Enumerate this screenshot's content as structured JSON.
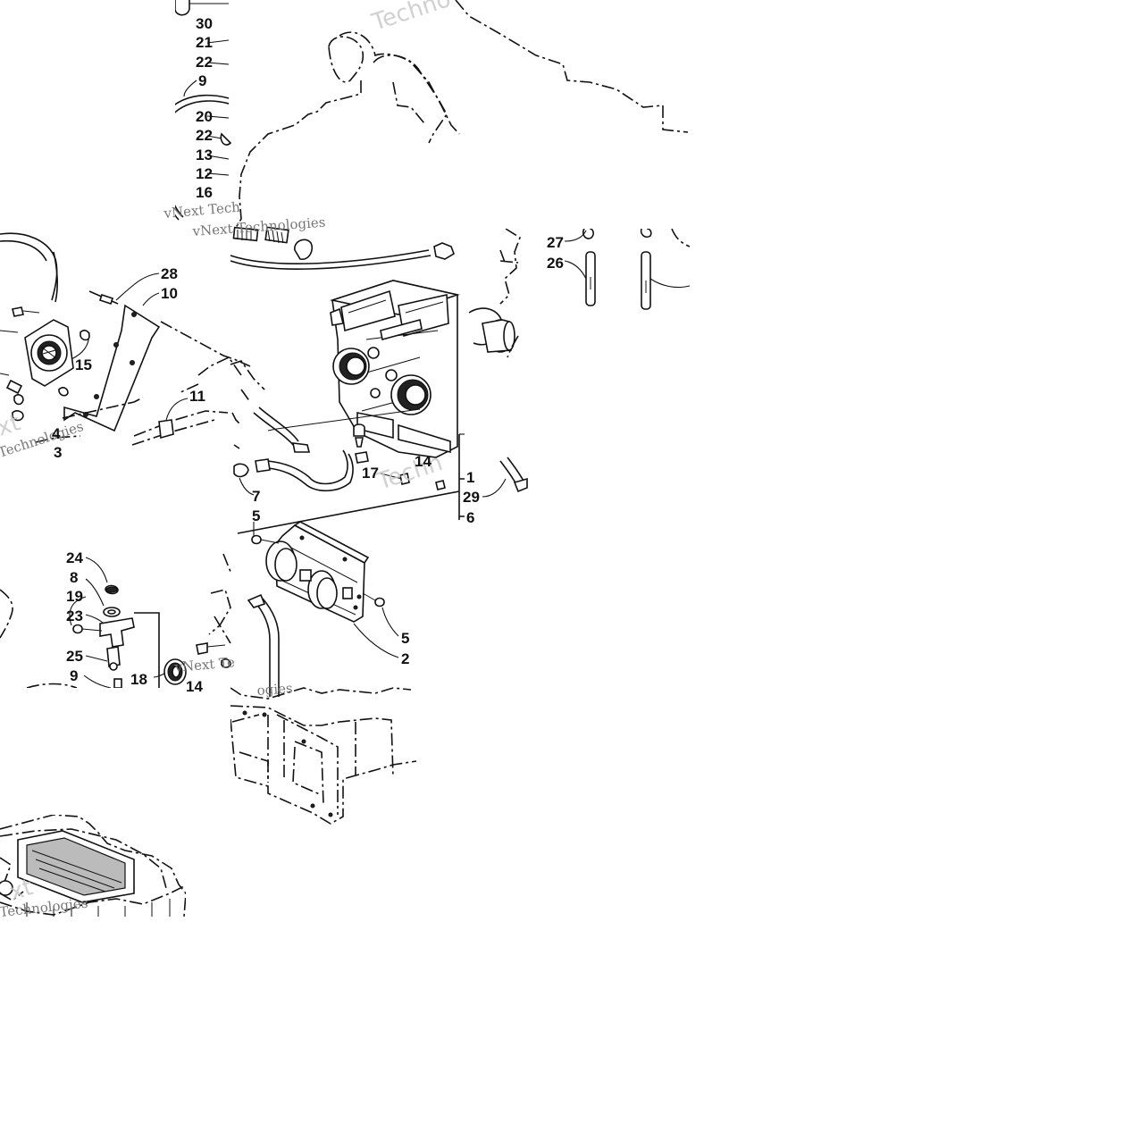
{
  "callouts": [
    {
      "id": "c30",
      "label": "30"
    },
    {
      "id": "c21",
      "label": "21"
    },
    {
      "id": "c22a",
      "label": "22"
    },
    {
      "id": "c9a",
      "label": "9"
    },
    {
      "id": "c20",
      "label": "20"
    },
    {
      "id": "c22b",
      "label": "22"
    },
    {
      "id": "c13",
      "label": "13"
    },
    {
      "id": "c12",
      "label": "12"
    },
    {
      "id": "c16",
      "label": "16"
    },
    {
      "id": "c28",
      "label": "28"
    },
    {
      "id": "c10",
      "label": "10"
    },
    {
      "id": "c15",
      "label": "15"
    },
    {
      "id": "c11",
      "label": "11"
    },
    {
      "id": "c4",
      "label": "4"
    },
    {
      "id": "c3",
      "label": "3"
    },
    {
      "id": "c27",
      "label": "27"
    },
    {
      "id": "c26",
      "label": "26"
    },
    {
      "id": "c17",
      "label": "17"
    },
    {
      "id": "c14a",
      "label": "14"
    },
    {
      "id": "c1",
      "label": "1"
    },
    {
      "id": "c29",
      "label": "29"
    },
    {
      "id": "c6",
      "label": "6"
    },
    {
      "id": "c7",
      "label": "7"
    },
    {
      "id": "c5a",
      "label": "5"
    },
    {
      "id": "c5b",
      "label": "5"
    },
    {
      "id": "c2",
      "label": "2"
    },
    {
      "id": "c24",
      "label": "24"
    },
    {
      "id": "c8",
      "label": "8"
    },
    {
      "id": "c19",
      "label": "19"
    },
    {
      "id": "c23",
      "label": "23"
    },
    {
      "id": "c25",
      "label": "25"
    },
    {
      "id": "c9b",
      "label": "9"
    },
    {
      "id": "c18",
      "label": "18"
    },
    {
      "id": "c14b",
      "label": "14"
    }
  ],
  "watermarks": {
    "techno": "Techno",
    "vnext_tech": "vNext Tech",
    "vnext_technologies": "vNext Technologies",
    "technologies": "Technologies",
    "xt": "xt",
    "techn": "Techn",
    "vnext_te": "vNext Te",
    "ogies": "ogies"
  }
}
